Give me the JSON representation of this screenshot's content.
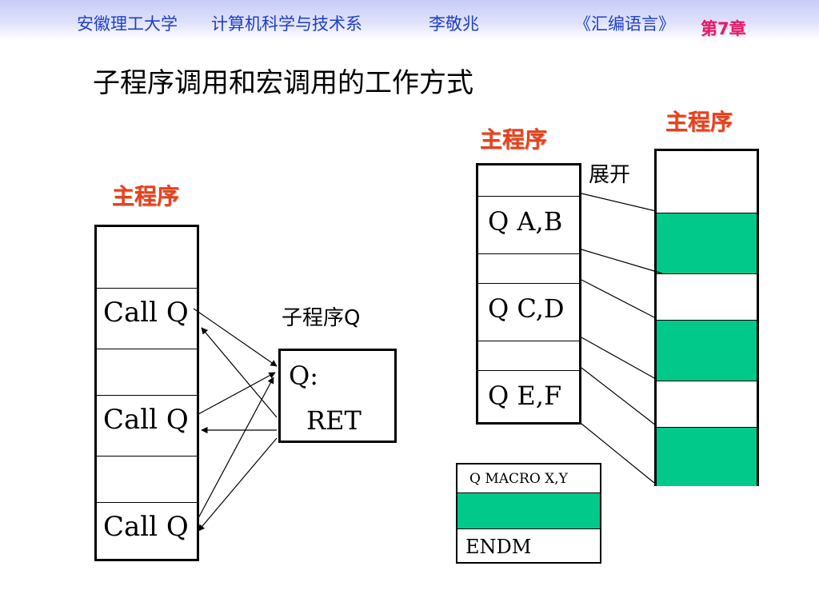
{
  "header": {
    "university": "安徽理工大学",
    "department": "计算机科学与技术系",
    "author": "李敬兆",
    "course": "《汇编语言》",
    "chapter": "第7章"
  },
  "title": "子程序调用和宏调用的工作方式",
  "left_diagram": {
    "label": "主程序",
    "calls": [
      "Call Q",
      "Call Q",
      "Call Q"
    ]
  },
  "subroutine": {
    "label": "子程序Q",
    "lines": [
      "Q:",
      "RET"
    ]
  },
  "macro_source": {
    "label": "主程序",
    "calls": [
      "Q A,B",
      "Q C,D",
      "Q E,F"
    ]
  },
  "expand_label": "展开",
  "expanded": {
    "label": "主程序"
  },
  "macro_def": {
    "header": "Q MACRO X,Y",
    "footer": "ENDM"
  },
  "colors": {
    "header_text": "#1f3fc9",
    "chapter": "#e21b6a",
    "label_red": "#e8401c",
    "macro_body": "#00c98a"
  }
}
